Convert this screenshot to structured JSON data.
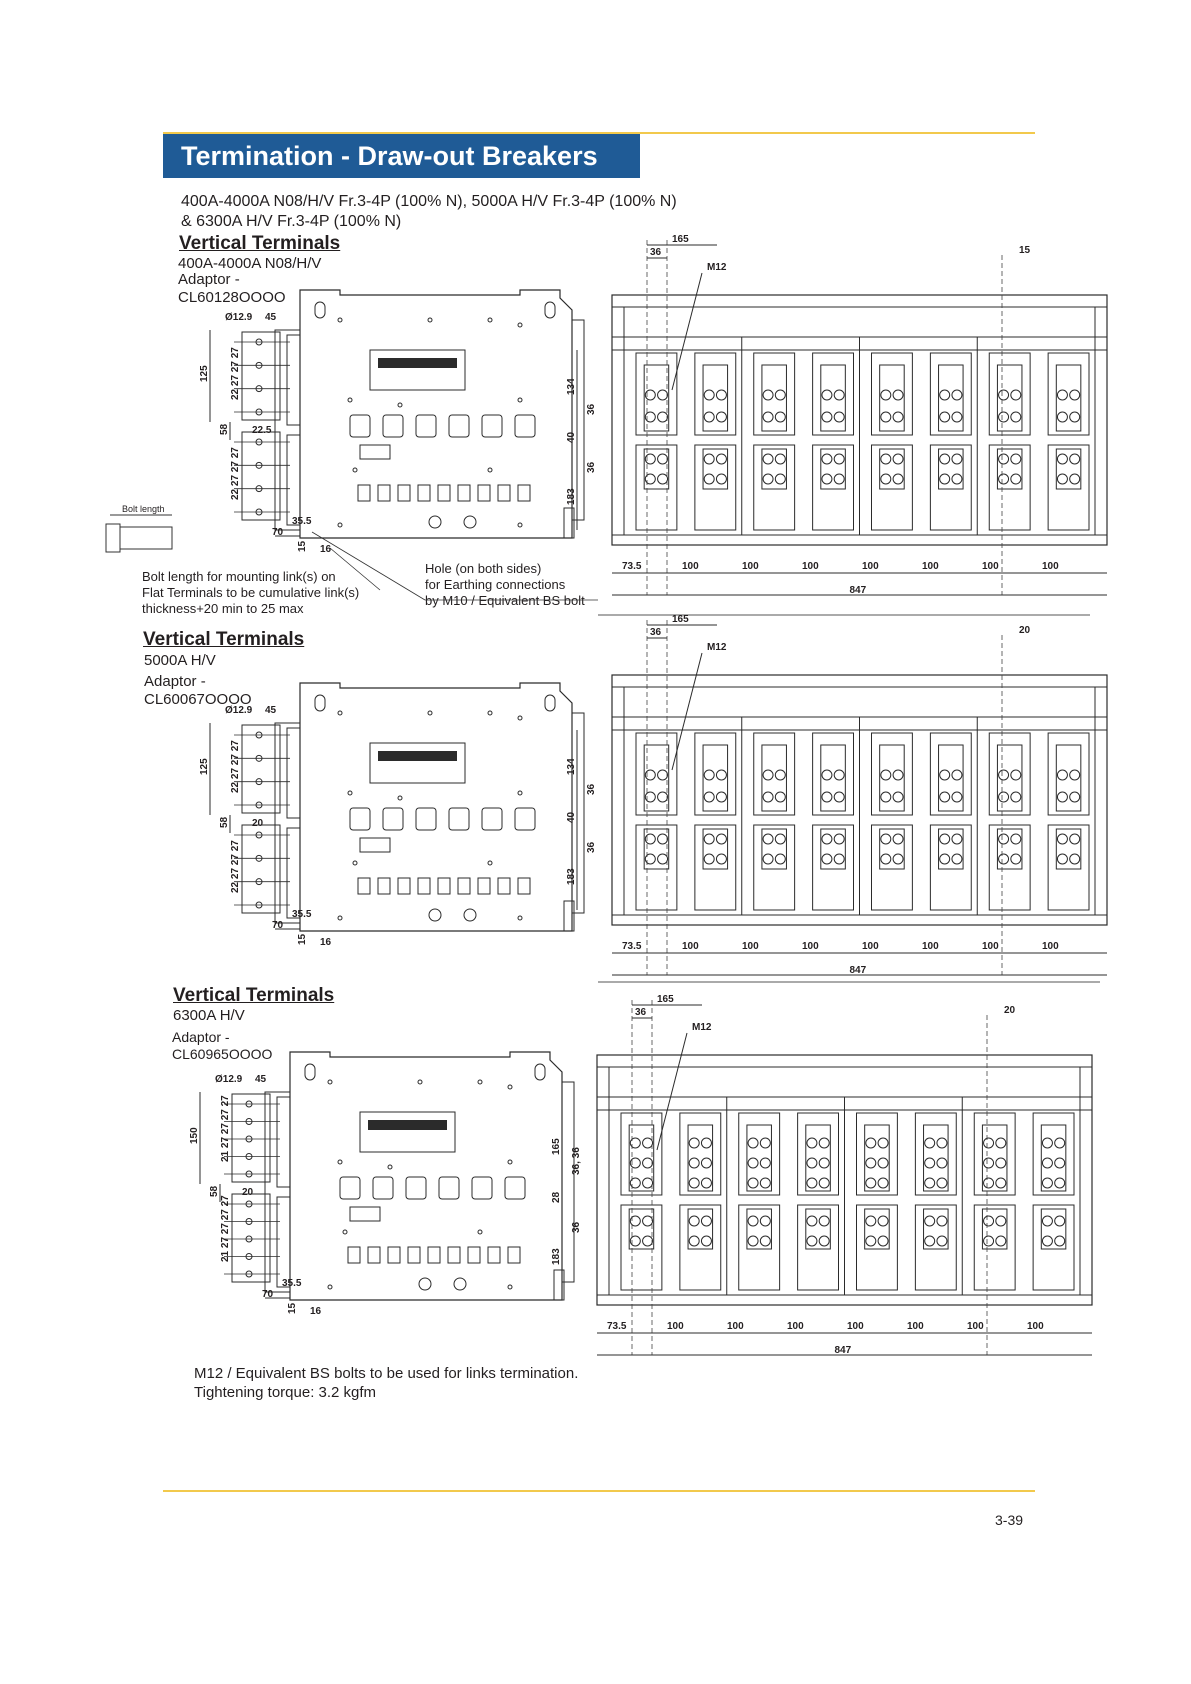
{
  "page": {
    "title": "Termination - Draw-out Breakers",
    "intro_line1": "400A-4000A N08/H/V Fr.3-4P (100% N), 5000A H/V Fr.3-4P (100% N)",
    "intro_line2": "& 6300A H/V Fr.3-4P (100% N)",
    "page_number": "3-39",
    "accent_color": "#f2c94c",
    "title_bg_color": "#1f5b96"
  },
  "sections": [
    {
      "heading": "Vertical Terminals",
      "rating": "400A-4000A  N08/H/V",
      "adaptor_label": "Adaptor -",
      "adaptor_code": "CL60128OOOO",
      "side_dims": {
        "bolt": "Ø12.9",
        "w45": "45",
        "h125": "125",
        "pitch": "22 27 27 27",
        "h58": "58",
        "gap": "22.5",
        "d355": "35.5",
        "w70": "70",
        "h15": "15",
        "w16": "16"
      },
      "front_dims": {
        "top": "165",
        "d36": "36",
        "bolt": "M12",
        "right": "15",
        "v134": "134",
        "v36a": "36",
        "v40": "40",
        "v36b": "36",
        "v183": "183",
        "first": "73.5",
        "pitch": "100",
        "total": "847"
      }
    },
    {
      "heading": "Vertical Terminals",
      "rating": "5000A  H/V",
      "adaptor_label": "Adaptor -",
      "adaptor_code": "CL60067OOOO",
      "side_dims": {
        "bolt": "Ø12.9",
        "w45": "45",
        "h125": "125",
        "pitch": "22 27 27 27",
        "h58": "58",
        "gap": "20",
        "d355": "35.5",
        "w70": "70",
        "h15": "15",
        "w16": "16"
      },
      "front_dims": {
        "top": "165",
        "d36": "36",
        "bolt": "M12",
        "right": "20",
        "v134": "134",
        "v36a": "36",
        "v40": "40",
        "v36b": "36",
        "v183": "183",
        "first": "73.5",
        "pitch": "100",
        "total": "847"
      }
    },
    {
      "heading": "Vertical Terminals",
      "rating": "6300A  H/V",
      "adaptor_label": "Adaptor -",
      "adaptor_code": "CL60965OOOO",
      "side_dims": {
        "bolt": "Ø12.9",
        "w45": "45",
        "h125": "150",
        "pitch": "21 27 27 27 27",
        "h58": "58",
        "gap": "20",
        "d355": "35.5",
        "w70": "70",
        "h15": "15",
        "w16": "16"
      },
      "front_dims": {
        "top": "165",
        "d36": "36",
        "bolt": "M12",
        "right": "20",
        "v134": "165",
        "v36a": "36, 36",
        "v40": "28",
        "v36b": "36",
        "v183": "183",
        "first": "73.5",
        "pitch": "100",
        "total": "847"
      }
    }
  ],
  "notes": {
    "bolt_length_tag": "Bolt length",
    "bolt_note_line1": "Bolt length for mounting link(s) on",
    "bolt_note_line2": "Flat Terminals to be cumulative link(s)",
    "bolt_note_line3": "thickness+20 min to 25 max",
    "hole_note_line1": "Hole (on both sides)",
    "hole_note_line2": "for Earthing connections",
    "hole_note_line3": "by M10 / Equivalent BS bolt",
    "footer_line1": "M12 / Equivalent BS bolts to be used for links termination.",
    "footer_line2": "Tightening torque: 3.2 kgfm"
  }
}
